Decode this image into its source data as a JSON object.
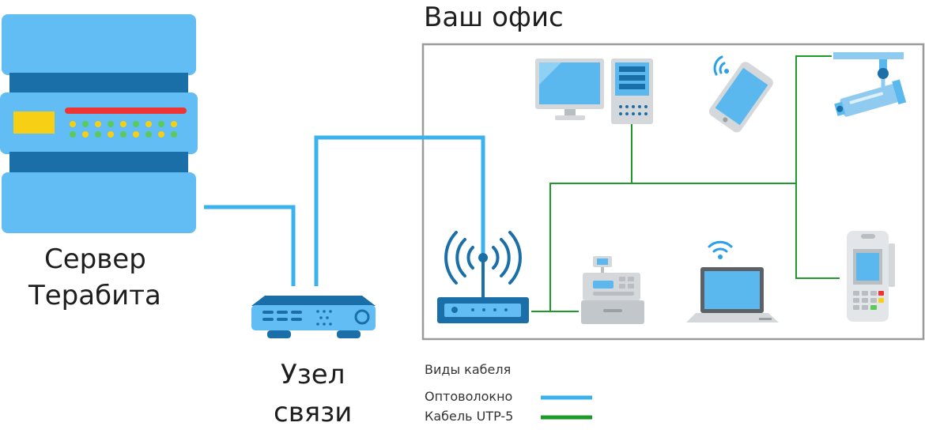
{
  "office": {
    "title": "Ваш офис"
  },
  "server": {
    "line1": "Сервер",
    "line2": "Терабита"
  },
  "node": {
    "line1": "Узел",
    "line2": "связи"
  },
  "legend": {
    "title": "Виды кабеля",
    "items": [
      {
        "label": "Оптоволокно",
        "color": "#3bb2ec"
      },
      {
        "label": "Кабель UTP-5",
        "color": "#1d9a2a"
      }
    ]
  },
  "colors": {
    "fiber": "#3bb2ec",
    "utp": "#1d9a2a",
    "office_border": "#9a9a9a",
    "device_blue": "#5ab8ef",
    "device_dark": "#1b6fa8",
    "device_grey": "#d4d8db"
  },
  "icons": [
    "server-rack-icon",
    "network-node-icon",
    "wifi-router-icon",
    "desktop-monitor-icon",
    "pc-tower-icon",
    "smartphone-icon",
    "security-camera-icon",
    "cash-register-icon",
    "laptop-icon",
    "payment-terminal-icon"
  ]
}
